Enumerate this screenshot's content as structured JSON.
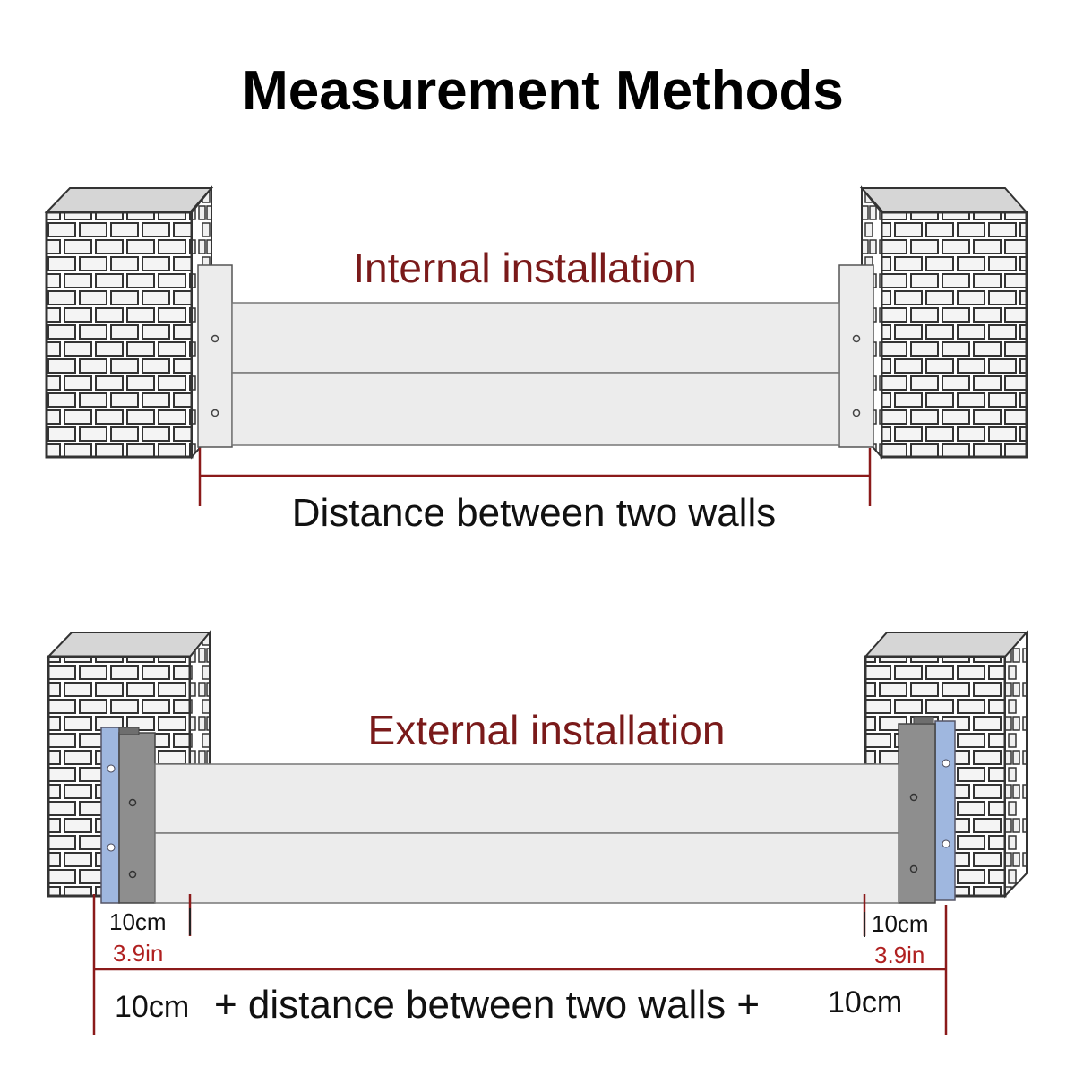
{
  "title": "Measurement Methods",
  "internal": {
    "label": "Internal installation",
    "caption": "Distance between two walls"
  },
  "external": {
    "label": "External installation",
    "left_cm": "10cm",
    "left_in": "3.9in",
    "right_cm": "10cm",
    "right_in": "3.9in",
    "caption_left": "10cm",
    "caption_middle": "+ distance between two walls +",
    "caption_right": "10cm"
  },
  "colors": {
    "dimension_line": "#8b1a1a",
    "label_text": "#7a1a1a",
    "bracket_blue": "#9fb7df",
    "post_gray": "#8e8e8e",
    "panel": "#ececec",
    "brick_outline": "#333333"
  }
}
